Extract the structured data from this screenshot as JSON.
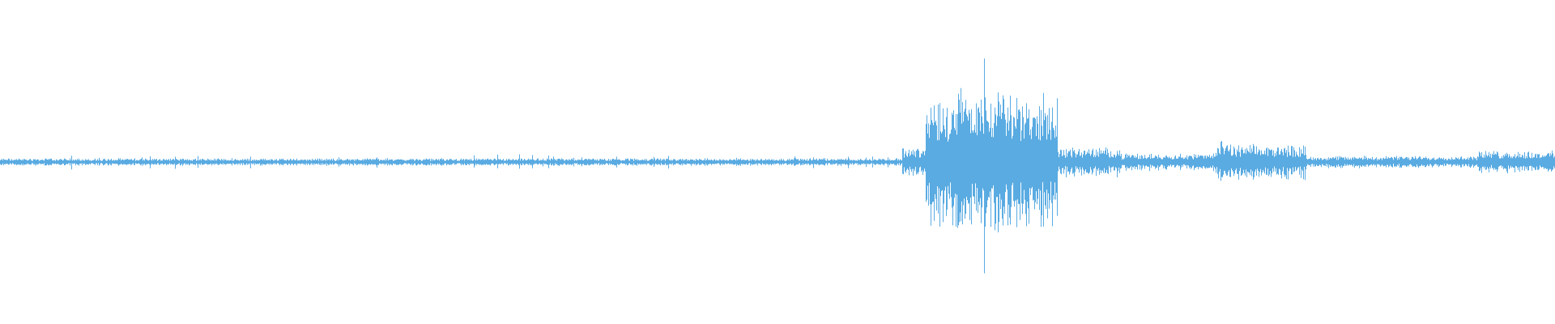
{
  "waveform": {
    "color": "#5aabe2",
    "background": "#ffffff",
    "envelope": {
      "description_free": true,
      "segments": [
        {
          "from": 0.0,
          "to": 0.58,
          "amplitude": 0.03
        },
        {
          "from": 0.58,
          "to": 0.595,
          "amplitude": 0.12
        },
        {
          "from": 0.595,
          "to": 0.68,
          "amplitude": 0.55
        },
        {
          "from": 0.68,
          "to": 0.72,
          "amplitude": 0.12
        },
        {
          "from": 0.72,
          "to": 0.78,
          "amplitude": 0.07
        },
        {
          "from": 0.78,
          "to": 0.84,
          "amplitude": 0.14
        },
        {
          "from": 0.84,
          "to": 0.95,
          "amplitude": 0.05
        },
        {
          "from": 0.95,
          "to": 1.0,
          "amplitude": 0.09
        }
      ],
      "peaks": [
        {
          "at": 0.617,
          "amplitude": 0.85
        },
        {
          "at": 0.633,
          "amplitude": 1.0
        },
        {
          "at": 0.642,
          "amplitude": 0.8
        },
        {
          "at": 0.66,
          "amplitude": 0.75
        },
        {
          "at": 0.785,
          "amplitude": 0.2
        }
      ]
    }
  }
}
